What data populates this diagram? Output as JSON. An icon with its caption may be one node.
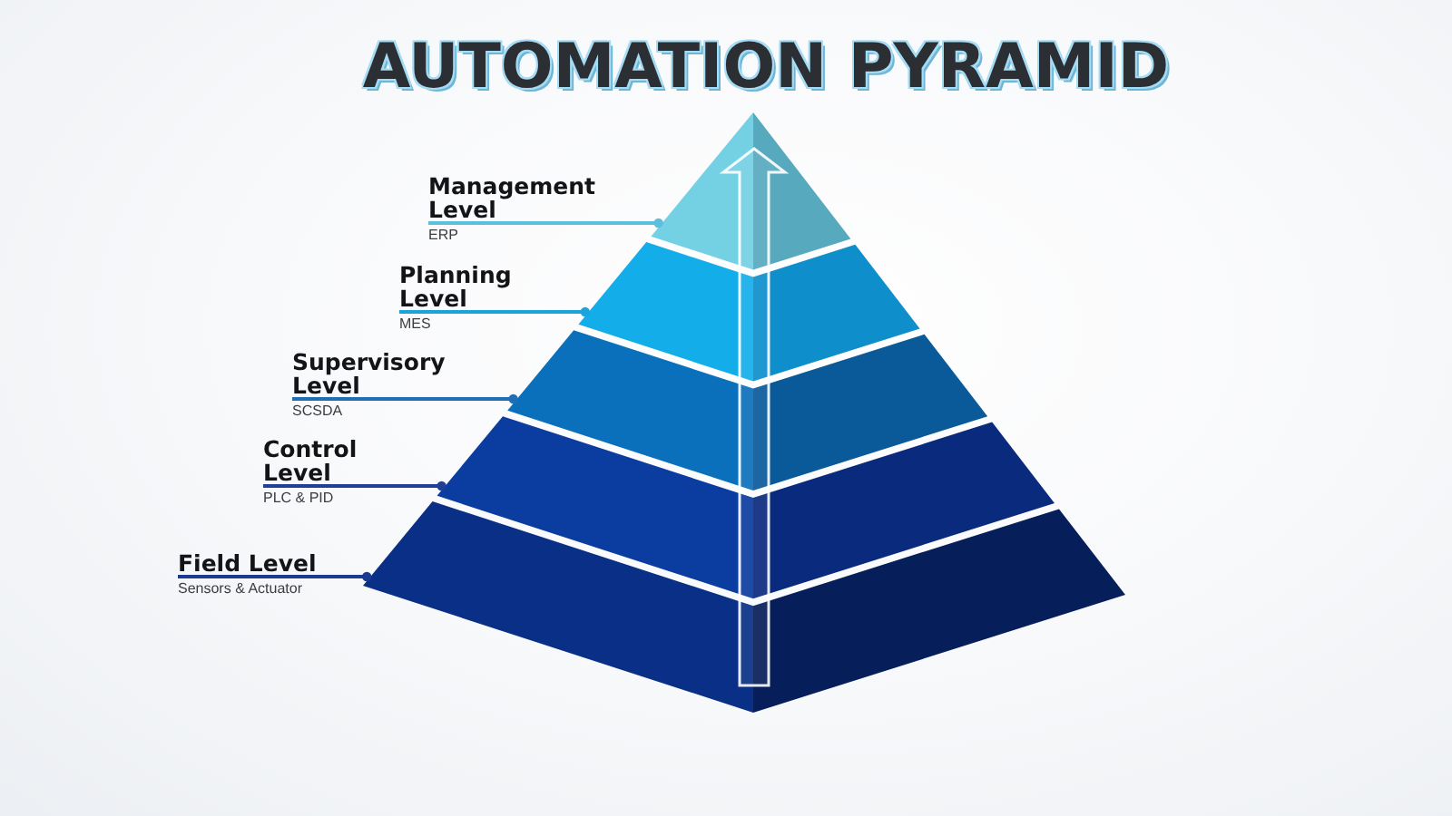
{
  "diagram": {
    "title": "AUTOMATION PYRAMID",
    "nodes": [
      {
        "text": [
          "Management Level",
          "ERP"
        ]
      },
      {
        "text": [],
        "shape": "triangle"
      },
      {
        "text": [
          "Planning Level",
          "MES"
        ]
      },
      {
        "text": [],
        "shape": "trapezoid"
      },
      {
        "text": [
          "Supervisory Level",
          "SCSDA"
        ]
      },
      {
        "text": [],
        "shape": "trapezoid"
      },
      {
        "text": [
          "Control Level",
          "PLC & PID"
        ]
      },
      {
        "text": [],
        "shape": "trapezoid"
      },
      {
        "text": [
          "Field Level",
          "Sensors & Actuator"
        ]
      },
      {
        "text": [],
        "shape": "trapezoid"
      }
    ],
    "edges": [
      {
        "from": 0,
        "to": 1,
        "arrow": "other",
        "color": "#5cbfdc"
      },
      {
        "from": 2,
        "to": 3,
        "arrow": "other",
        "color": "#1ca3dc"
      },
      {
        "from": 4,
        "to": 5,
        "arrow": "other",
        "color": "#1e6fb6"
      },
      {
        "from": 6,
        "to": 7,
        "arrow": "other",
        "color": "#1f3f98"
      },
      {
        "from": 8,
        "to": 9,
        "arrow": "other",
        "color": "#1d3a91"
      }
    ]
  }
}
